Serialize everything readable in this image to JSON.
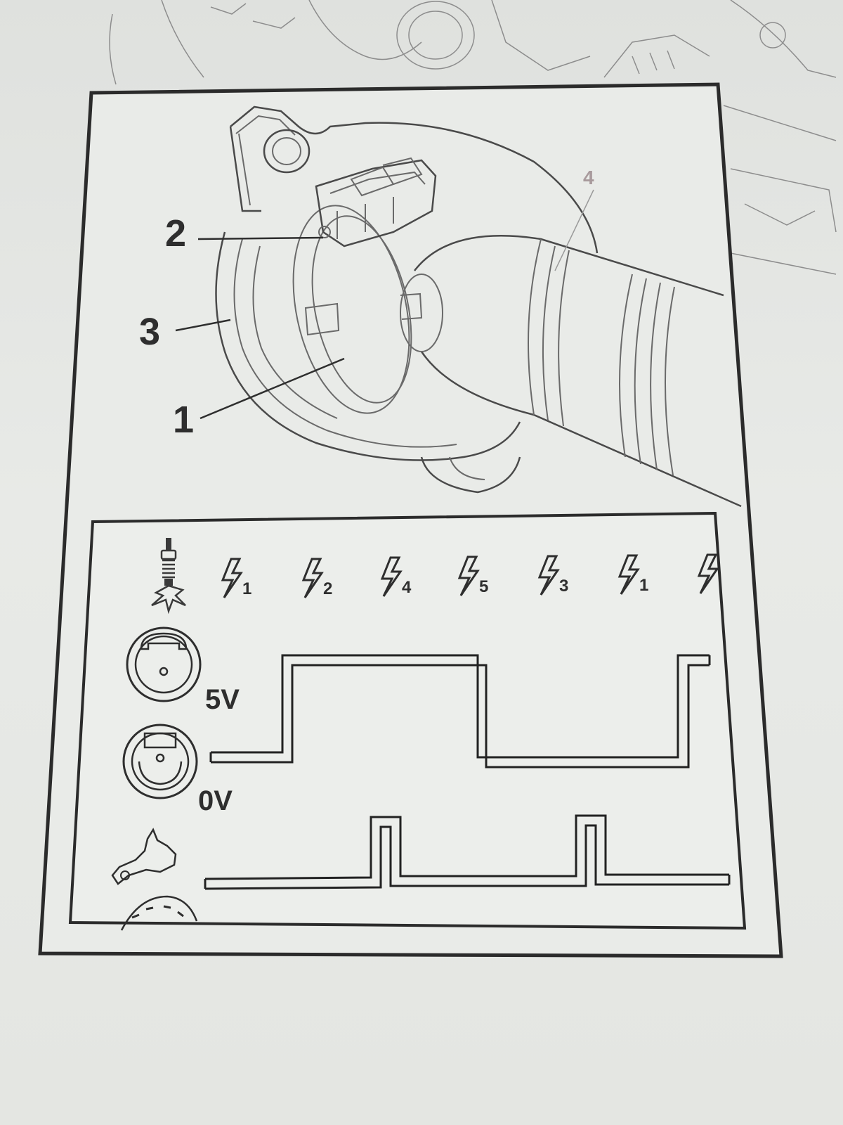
{
  "callouts": {
    "c1": "1",
    "c2": "2",
    "c3": "3",
    "c4": "4"
  },
  "voltage_labels": {
    "high": "5V",
    "low": "0V"
  },
  "cylinder_order": [
    "1",
    "2",
    "4",
    "5",
    "3",
    "1",
    ""
  ],
  "icons": {
    "spark": "spark-plug-icon",
    "hall_open": "hall-sensor-open-icon",
    "hall_closed": "hall-sensor-closed-icon",
    "crank": "crankshaft-sensor-icon",
    "spark_event": "lightning-bolt-icon"
  }
}
